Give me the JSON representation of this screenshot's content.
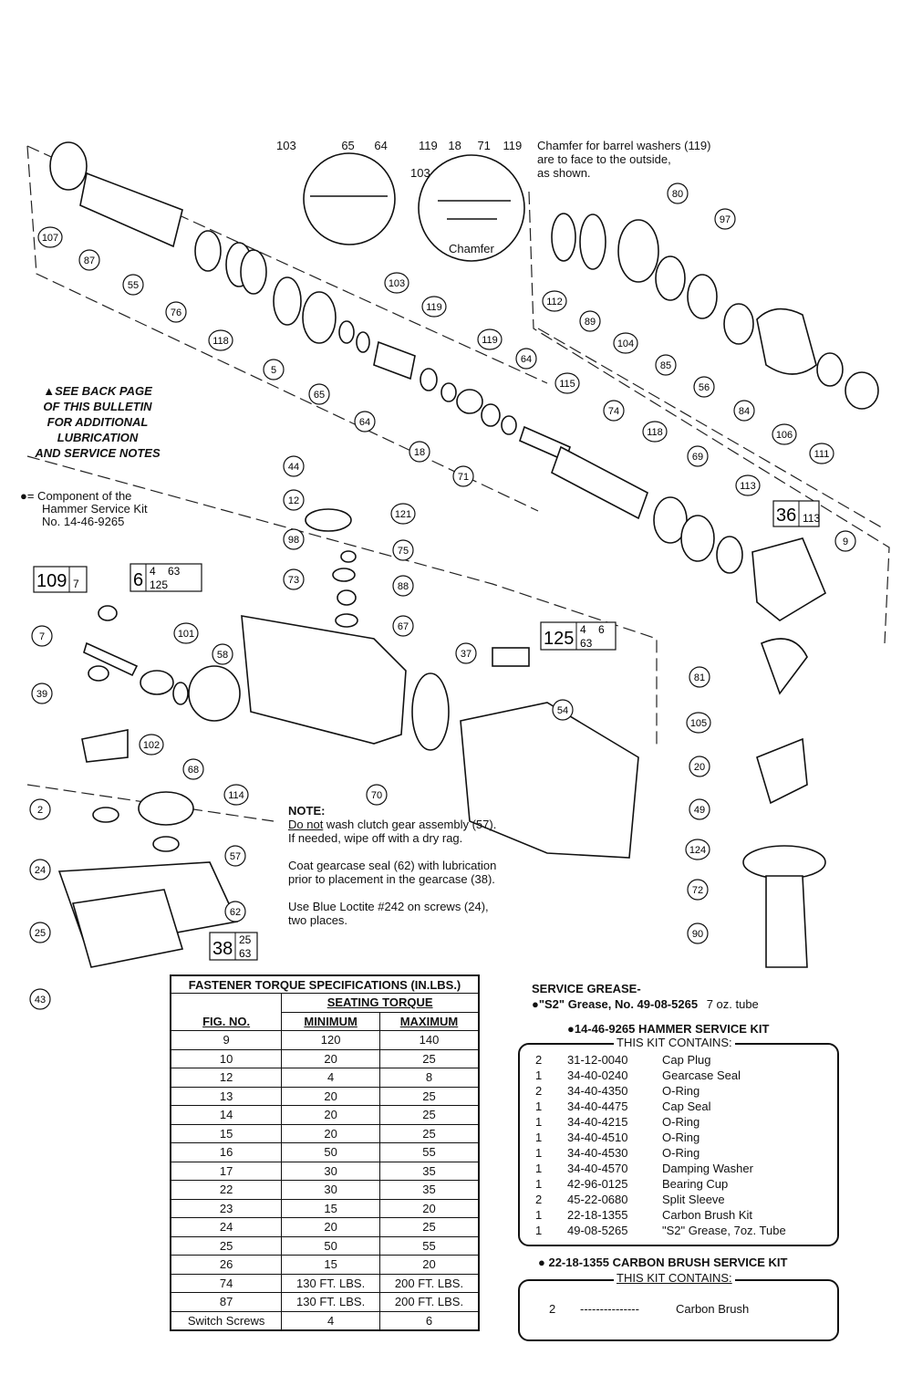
{
  "top_labels": {
    "detail1": [
      "103",
      "65",
      "64"
    ],
    "detail2": [
      "119",
      "18",
      "71",
      "119"
    ],
    "detail2_side": "103",
    "chamfer_label": "Chamfer",
    "chamfer_note": [
      "Chamfer for barrel washers (119)",
      "are to face to the outside,",
      "as shown."
    ]
  },
  "back_page_note": [
    "▲SEE BACK PAGE",
    "OF THIS BULLETIN",
    "FOR ADDITIONAL",
    "LUBRICATION",
    "AND SERVICE NOTES"
  ],
  "component_note": [
    "●= Component of the",
    "Hammer Service Kit",
    "No. 14-46-9265"
  ],
  "callouts": [
    "107",
    "87",
    "55",
    "76",
    "118",
    "5",
    "65",
    "64",
    "103",
    "119",
    "18",
    "71",
    "119",
    "64",
    "115",
    "74",
    "118",
    "69",
    "113",
    "9",
    "112",
    "89",
    "80",
    "97",
    "104",
    "85",
    "56",
    "84",
    "106",
    "111",
    "44",
    "12",
    "121",
    "98",
    "75",
    "73",
    "88",
    "67",
    "101",
    "58",
    "7",
    "39",
    "102",
    "68",
    "37",
    "54",
    "70",
    "81",
    "105",
    "20",
    "49",
    "124",
    "72",
    "90",
    "2",
    "24",
    "25",
    "43",
    "114",
    "57",
    "62"
  ],
  "boxed_refs": [
    {
      "main": "109",
      "sub": [
        "7"
      ]
    },
    {
      "main": "6",
      "sub": [
        "4",
        "63",
        "125"
      ]
    },
    {
      "main": "36",
      "sub": [
        "113"
      ]
    },
    {
      "main": "125",
      "sub": [
        "4",
        "6",
        "63"
      ]
    },
    {
      "main": "38",
      "sub": [
        "25",
        "63"
      ]
    }
  ],
  "note": {
    "heading": "NOTE:",
    "p1_underlined": "Do not",
    "p1_rest": " wash clutch gear assembly (57). If needed, wipe off with a dry rag.",
    "p2": "Coat gearcase seal (62) with lubrication prior to placement in the gearcase (38).",
    "p3": "Use Blue Loctite #242 on screws (24), two places."
  },
  "torque_table": {
    "title": "FASTENER TORQUE SPECIFICATIONS (IN.LBS.)",
    "group_header": "SEATING TORQUE",
    "col_headers": [
      "FIG. NO.",
      "MINIMUM",
      "MAXIMUM"
    ],
    "rows": [
      [
        "9",
        "120",
        "140"
      ],
      [
        "10",
        "20",
        "25"
      ],
      [
        "12",
        "4",
        "8"
      ],
      [
        "13",
        "20",
        "25"
      ],
      [
        "14",
        "20",
        "25"
      ],
      [
        "15",
        "20",
        "25"
      ],
      [
        "16",
        "50",
        "55"
      ],
      [
        "17",
        "30",
        "35"
      ],
      [
        "22",
        "30",
        "35"
      ],
      [
        "23",
        "15",
        "20"
      ],
      [
        "24",
        "20",
        "25"
      ],
      [
        "25",
        "50",
        "55"
      ],
      [
        "26",
        "15",
        "20"
      ],
      [
        "74",
        "130 FT. LBS.",
        "200 FT. LBS."
      ],
      [
        "87",
        "130 FT. LBS.",
        "200 FT. LBS."
      ],
      [
        "Switch Screws",
        "4",
        "6"
      ]
    ]
  },
  "service_grease": {
    "title": "SERVICE GREASE-",
    "line_bold": "●\"S2\" Grease, No. 49-08-5265",
    "line_rest": "7 oz. tube"
  },
  "hammer_kit": {
    "title": "●14-46-9265 HAMMER SERVICE KIT",
    "contains": "THIS KIT CONTAINS:",
    "rows": [
      [
        "2",
        "31-12-0040",
        "Cap Plug"
      ],
      [
        "1",
        "34-40-0240",
        "Gearcase Seal"
      ],
      [
        "2",
        "34-40-4350",
        "O-Ring"
      ],
      [
        "1",
        "34-40-4475",
        "Cap Seal"
      ],
      [
        "1",
        "34-40-4215",
        "O-Ring"
      ],
      [
        "1",
        "34-40-4510",
        "O-Ring"
      ],
      [
        "1",
        "34-40-4530",
        "O-Ring"
      ],
      [
        "1",
        "34-40-4570",
        "Damping Washer"
      ],
      [
        "1",
        "42-96-0125",
        "Bearing Cup"
      ],
      [
        "2",
        "45-22-0680",
        "Split Sleeve"
      ],
      [
        "1",
        "22-18-1355",
        "Carbon Brush Kit"
      ],
      [
        "1",
        "49-08-5265",
        "\"S2\" Grease, 7oz. Tube"
      ]
    ]
  },
  "brush_kit": {
    "title": "● 22-18-1355 CARBON BRUSH SERVICE KIT",
    "contains": "THIS KIT CONTAINS:",
    "row": [
      "2",
      "---------------",
      "Carbon Brush"
    ]
  }
}
